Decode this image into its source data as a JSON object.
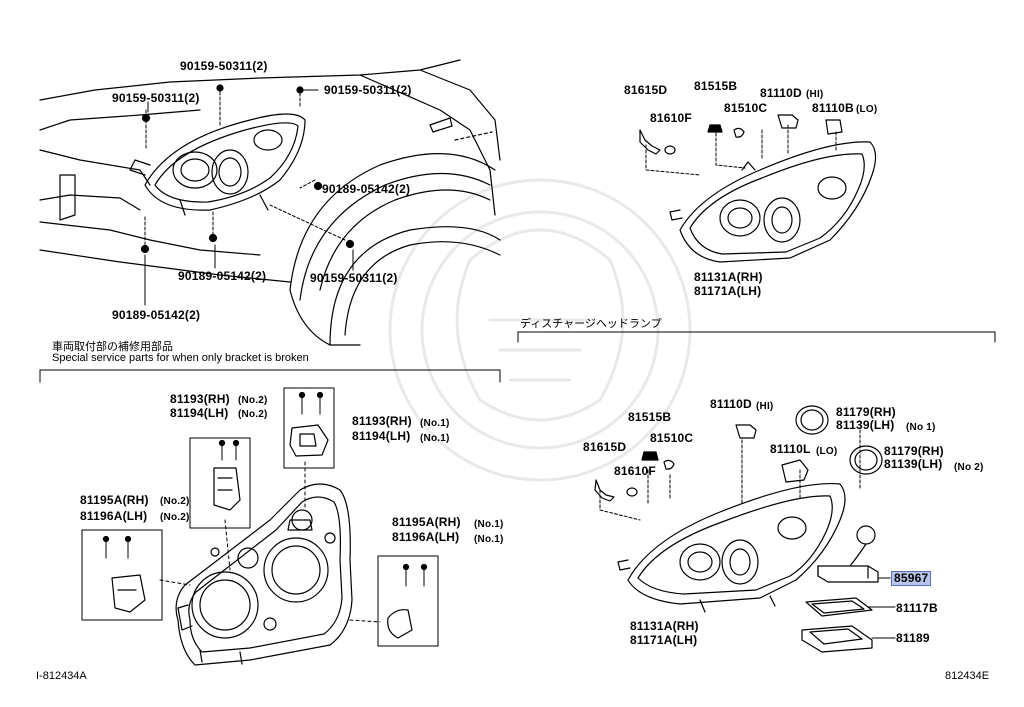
{
  "upper_left": {
    "parts": [
      "90159-50311(2)",
      "90159-50311(2)",
      "90159-50311(2)",
      "90189-05142(2)",
      "90189-05142(2)",
      "90159-50311(2)",
      "90189-05142(2)"
    ]
  },
  "upper_right": {
    "parts": [
      "81615D",
      "81515B",
      "81110D",
      "(HI)",
      "81510C",
      "81110B",
      "(LO)",
      "81610F"
    ],
    "assembly": [
      "81131A(RH)",
      "81171A(LH)"
    ]
  },
  "discharge_section": {
    "title": "ディスチャージヘッドランプ",
    "parts": [
      "81515B",
      "81110D",
      "(HI)",
      "81179(RH)",
      "81139(LH)",
      "(No 1)",
      "81510C",
      "81615D",
      "81110L",
      "(LO)",
      "81179(RH)",
      "81139(LH)",
      "(No 2)",
      "81610F",
      "85967",
      "81117B",
      "81189"
    ],
    "assembly": [
      "81131A(RH)",
      "81171A(LH)"
    ],
    "highlighted_part": "85967",
    "highlight_color": "#b9c4ec"
  },
  "service_section": {
    "title_jp": "車両取付部の補修用部品",
    "title_en": "Special service parts for when only bracket is broken",
    "parts": [
      "81193(RH)",
      "(No.2)",
      "81194(LH)",
      "(No.2)",
      "81193(RH)",
      "(No.1)",
      "81194(LH)",
      "(No.1)",
      "81195A(RH)",
      "(No.2)",
      "81196A(LH)",
      "(No.2)",
      "81195A(RH)",
      "(No.1)",
      "81196A(LH)",
      "(No.1)"
    ]
  },
  "footer": {
    "left_code": "I-812434A",
    "right_code": "812434E"
  }
}
